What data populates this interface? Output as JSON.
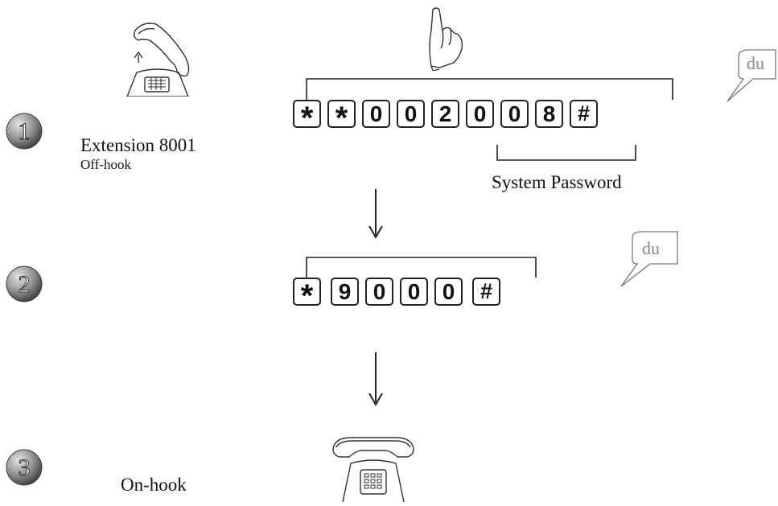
{
  "steps": [
    {
      "number": "1",
      "extension_label": "Extension 8001",
      "action_label": "Off-hook",
      "keys": [
        "*",
        "*",
        "0",
        "0",
        "2",
        "0",
        "0",
        "8",
        "#"
      ],
      "bracket_label": "System Password",
      "speech_text": "du"
    },
    {
      "number": "2",
      "keys": [
        "*",
        "9",
        "0",
        "0",
        "0",
        "#"
      ],
      "speech_text": "du"
    },
    {
      "number": "3",
      "action_label": "On-hook"
    }
  ],
  "icons": {
    "handset_up": "phone-handset-lifted-icon",
    "finger": "pointing-finger-icon",
    "arrow": "down-arrow-icon",
    "phone_on_hook": "phone-on-hook-icon"
  }
}
